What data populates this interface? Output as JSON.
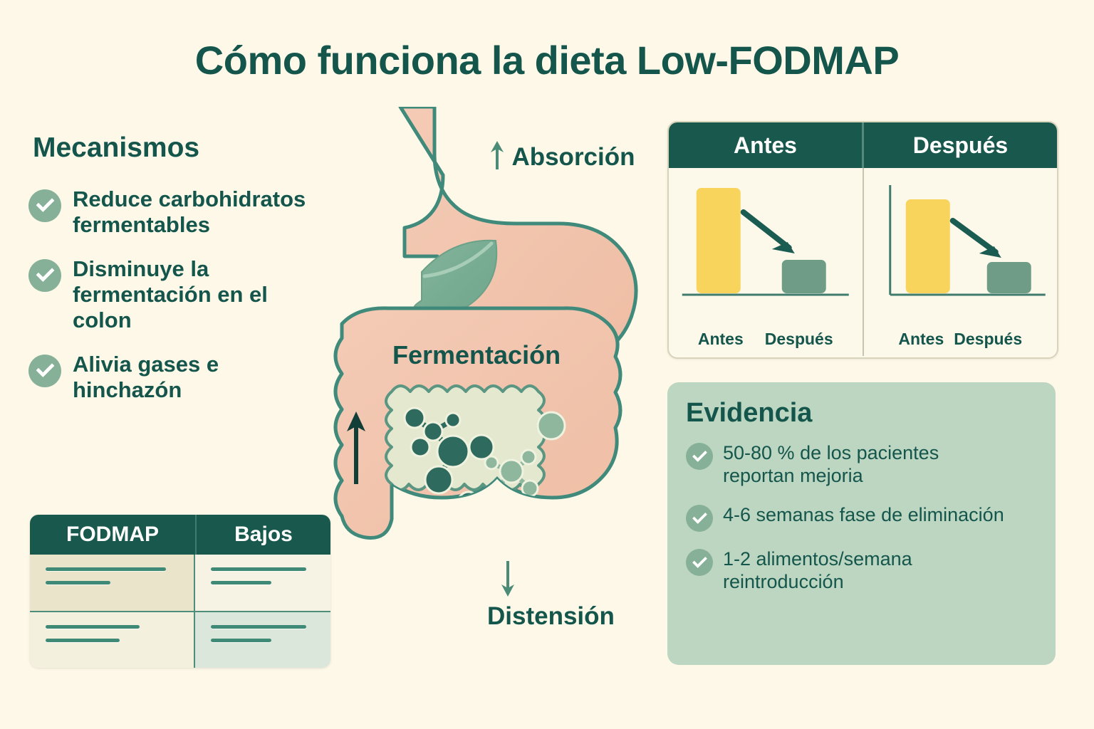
{
  "title": "Cómo funciona la dieta Low-FODMAP",
  "mechanisms": {
    "heading": "Mecanismos",
    "items": [
      {
        "text": "Reduce carbohidratos fermentables"
      },
      {
        "text": "Disminuye la fermentación en el colon"
      },
      {
        "text": "Alivia gases e hinchazón"
      }
    ]
  },
  "fodmap_table": {
    "headers": [
      "FODMAP",
      "Bajos"
    ],
    "rows": [
      {
        "cells": [
          {
            "lines": 2
          },
          {
            "lines": 2
          }
        ]
      },
      {
        "cells": [
          {
            "lines": 2
          },
          {
            "lines": 2
          }
        ]
      }
    ]
  },
  "illustration": {
    "absorption_label": "Absorción",
    "absorption_arrow": "arrow-up",
    "fermentation_label": "Fermentación",
    "distension_label": "Distensión",
    "distension_arrow": "arrow-down",
    "leaf_icon": "leaf-icon",
    "colon_arrow": "arrow-up"
  },
  "comparison": {
    "headers": [
      "Antes",
      "Después"
    ],
    "chart_data": [
      {
        "type": "bar",
        "title": "Antes",
        "categories": [
          "Antes",
          "Después"
        ],
        "values": [
          100,
          32
        ],
        "ylim": [
          0,
          115
        ],
        "colors": [
          "#f8d45c",
          "#6f9c87"
        ],
        "xlabel": "",
        "ylabel": "",
        "annotation": "arrow-down-right",
        "grid": false,
        "legend": "none",
        "yaxis_line": false
      },
      {
        "type": "bar",
        "title": "Después",
        "categories": [
          "Antes",
          "Después"
        ],
        "values": [
          88,
          28
        ],
        "ylim": [
          0,
          115
        ],
        "colors": [
          "#f8d45c",
          "#6f9c87"
        ],
        "xlabel": "",
        "ylabel": "",
        "annotation": "arrow-down-right",
        "grid": false,
        "legend": "none",
        "yaxis_line": true
      }
    ],
    "tick_labels": [
      "Antes",
      "Después"
    ]
  },
  "evidence": {
    "title": "Evidencia",
    "items": [
      {
        "text": "50-80 % de los pacientes reportan mejoria"
      },
      {
        "text": "4-6 semanas fase de eliminación"
      },
      {
        "text": "1-2 alimentos/semana reintroducción"
      }
    ]
  },
  "colors": {
    "page_background": "#fdf8e7",
    "dark_teal": "#14564c",
    "header_teal": "#19584d",
    "sage": "#86b097",
    "evidence_bg": "#bdd6c1",
    "organ_pink": "#f2c3ac",
    "organ_outline": "#3f8a7b",
    "bar_yellow": "#f8d45c",
    "bar_green": "#6f9c87",
    "ferment_zone": "#e4e8cf"
  }
}
